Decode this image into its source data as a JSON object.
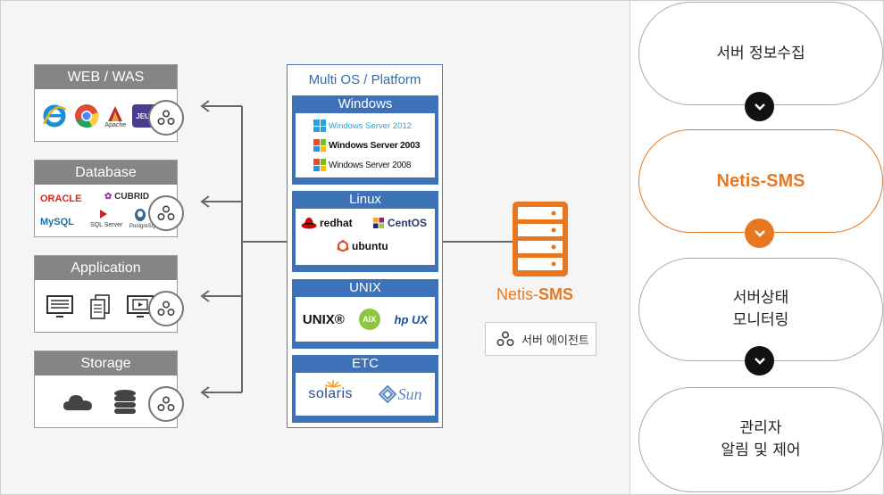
{
  "sources": [
    {
      "title": "WEB / WAS",
      "logos": [
        "ie-icon",
        "chrome-icon",
        "apache-icon",
        "jeus-icon"
      ],
      "logo_texts": {
        "apache": "Apache",
        "jeus": "JEUS"
      }
    },
    {
      "title": "Database",
      "logos": [
        "oracle-logo",
        "cubrid-logo",
        "mysql-logo",
        "sqlserver-logo",
        "postgresql-logo"
      ],
      "logo_texts": {
        "oracle": "ORACLE",
        "cubrid": "CUBRID",
        "mysql": "MySQL",
        "sqlserver": "SQL Server",
        "postgresql": "PostgreSQL"
      }
    },
    {
      "title": "Application",
      "logos": [
        "monitor-icon",
        "document-icon",
        "media-icon"
      ]
    },
    {
      "title": "Storage",
      "logos": [
        "cloud-icon",
        "database-icon"
      ]
    }
  ],
  "platform": {
    "title": "Multi OS / Platform",
    "blocks": [
      {
        "title": "Windows",
        "items": [
          "Windows Server 2012",
          "Windows Server 2003",
          "Windows Server 2008"
        ]
      },
      {
        "title": "Linux",
        "items": [
          "redhat",
          "CentOS",
          "ubuntu"
        ]
      },
      {
        "title": "UNIX",
        "items": [
          "UNIX®",
          "AIX",
          "hp UX"
        ]
      },
      {
        "title": "ETC",
        "items": [
          "solaris",
          "Sun"
        ]
      }
    ]
  },
  "server": {
    "label_prefix": "Netis-",
    "label_strong": "SMS"
  },
  "agent_legend": {
    "label": "서버 에이전트",
    "icon": "agent-icon"
  },
  "flow": {
    "steps": [
      {
        "label": "서버 정보수집"
      },
      {
        "label": "Netis-SMS"
      },
      {
        "label": "서버상태\n모니터링"
      },
      {
        "label": "관리자\n알림 및 제어"
      }
    ]
  },
  "colors": {
    "accent": "#e87722",
    "platform_blue": "#3d72b8",
    "header_gray": "#858585"
  }
}
